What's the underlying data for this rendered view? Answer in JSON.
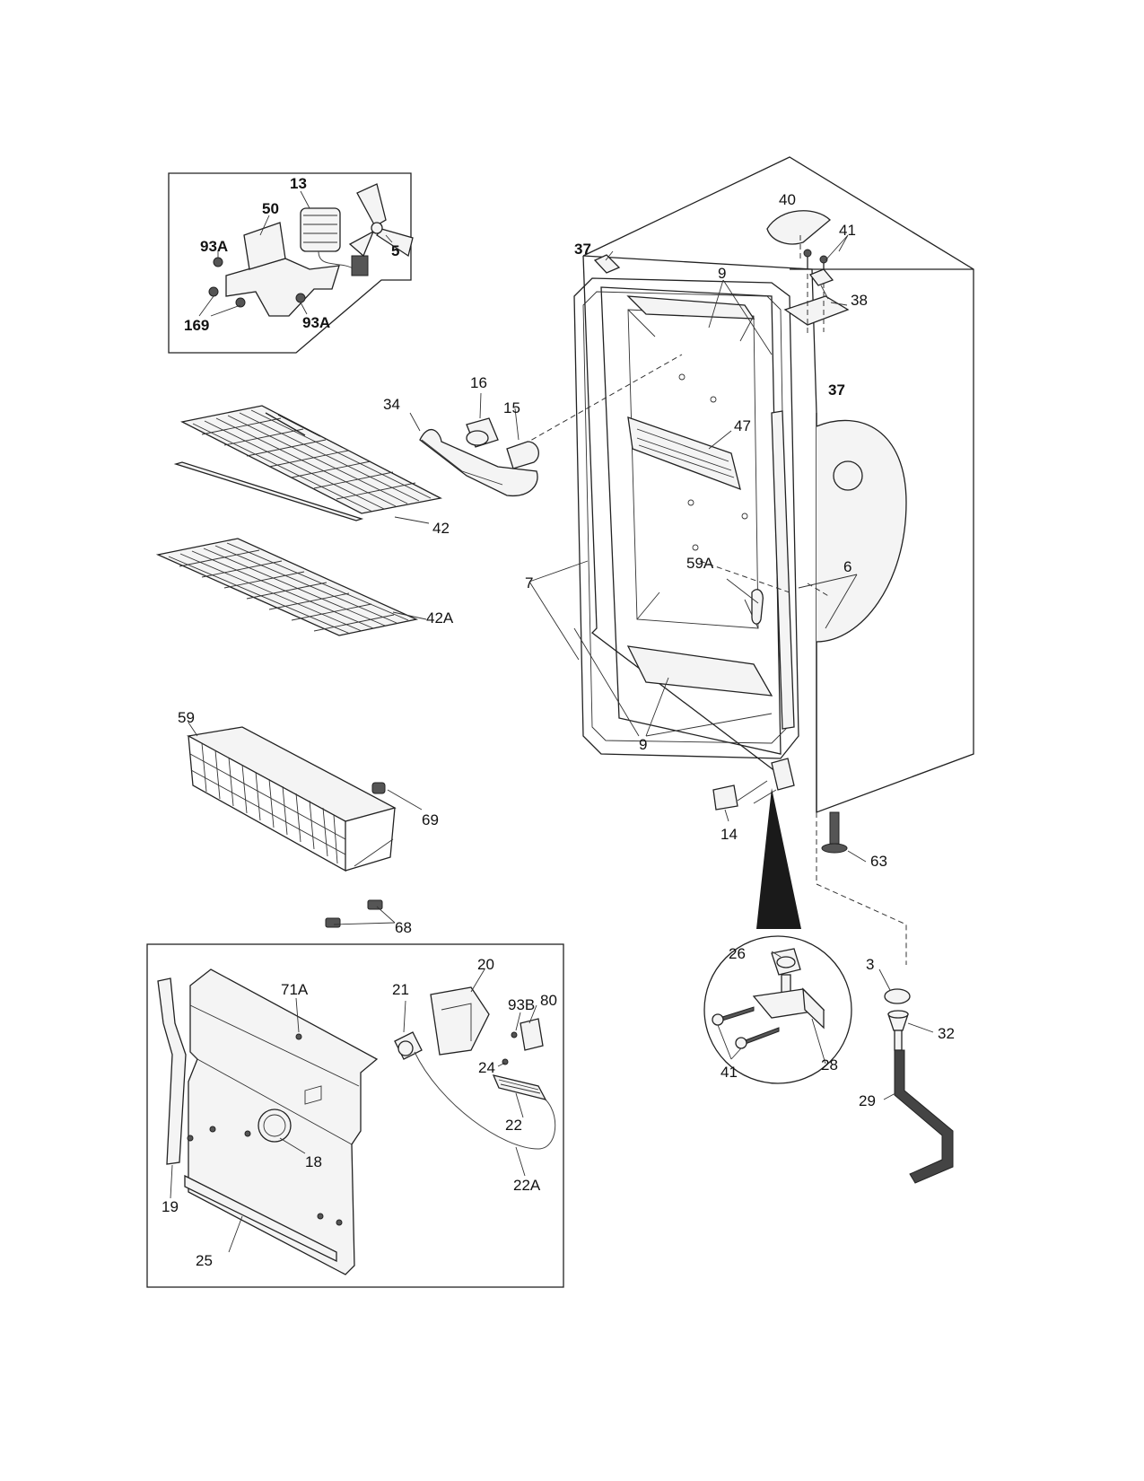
{
  "labels": {
    "l13": "13",
    "l93a_1": "93A",
    "l50": "50",
    "l5": "5",
    "l169": "169",
    "l93a_2": "93A",
    "l37_top": "37",
    "l40": "40",
    "l41_top": "41",
    "l38": "38",
    "l9_top": "9",
    "l37_right": "37",
    "l16": "16",
    "l34": "34",
    "l15": "15",
    "l47": "47",
    "l42": "42",
    "l42a": "42A",
    "l59a": "59A",
    "l6": "6",
    "l7": "7",
    "l9_bottom": "9",
    "l59": "59",
    "l69": "69",
    "l68": "68",
    "l14": "14",
    "l63": "63",
    "l20": "20",
    "l71a": "71A",
    "l21": "21",
    "l93b": "93B",
    "l80": "80",
    "l24": "24",
    "l22": "22",
    "l18": "18",
    "l22a": "22A",
    "l19": "19",
    "l25": "25",
    "l26": "26",
    "l3": "3",
    "l32": "32",
    "l41_bottom": "41",
    "l28": "28",
    "l29": "29"
  }
}
